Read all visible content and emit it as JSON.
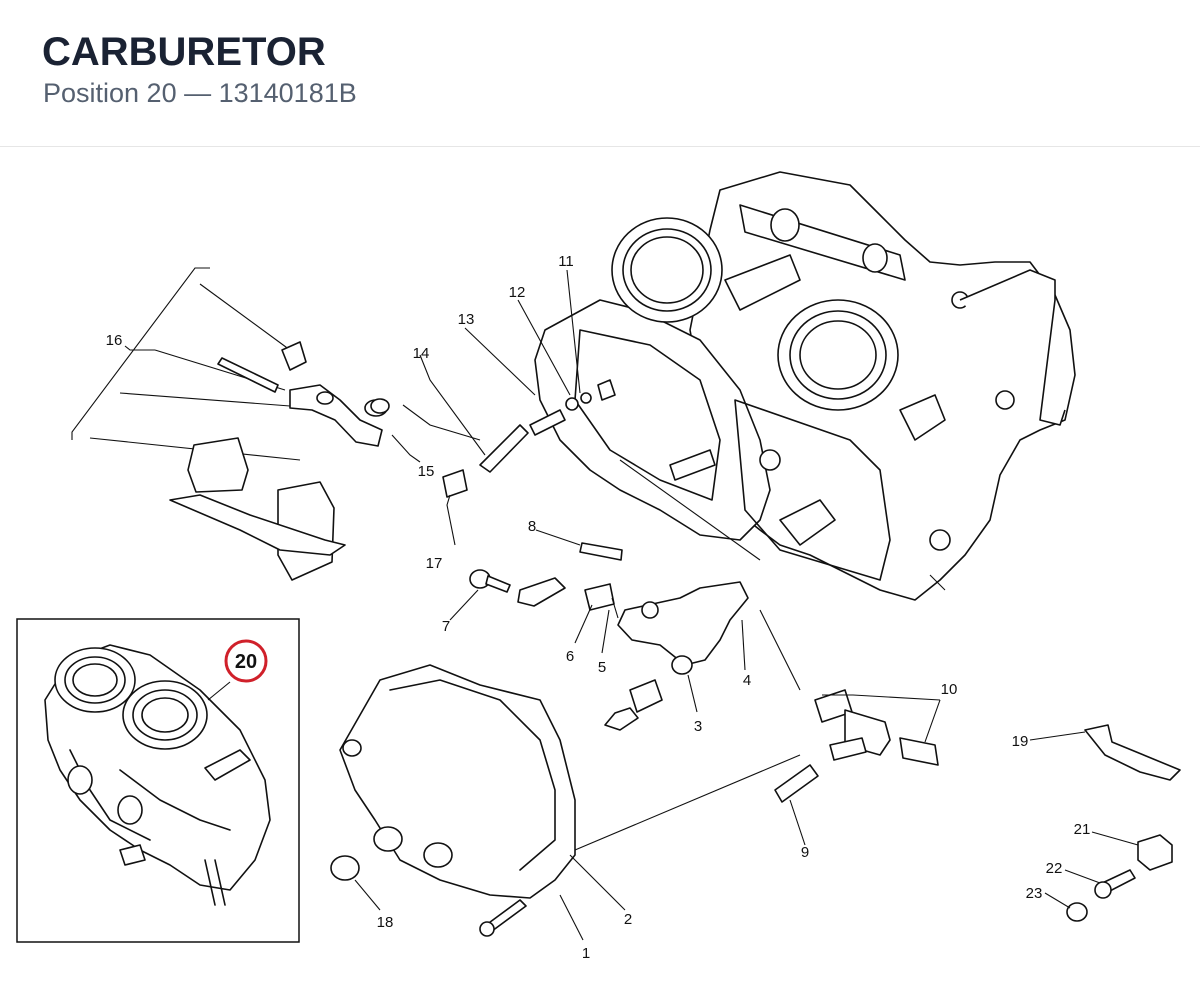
{
  "header": {
    "title": "CARBURETOR",
    "subtitle": "Position 20 — 13140181B"
  },
  "inset": {
    "position_badge": "20",
    "badge_color": "#d0202a"
  },
  "callouts": {
    "c1": "1",
    "c2": "2",
    "c3": "3",
    "c4": "4",
    "c5": "5",
    "c6": "6",
    "c7": "7",
    "c8": "8",
    "c9": "9",
    "c10": "10",
    "c11": "11",
    "c12": "12",
    "c13": "13",
    "c14": "14",
    "c15": "15",
    "c16": "16",
    "c17": "17",
    "c18": "18",
    "c19": "19",
    "c20": "20",
    "c21": "21",
    "c22": "22",
    "c23": "23"
  }
}
